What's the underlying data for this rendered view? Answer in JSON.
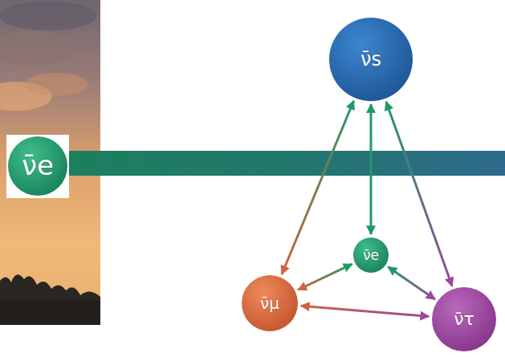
{
  "diagram": {
    "nodes": [
      {
        "text": [
          "ν̄e"
        ]
      },
      {
        "text": [
          "ν̄s"
        ]
      },
      {
        "text": [
          "ν̄e"
        ]
      },
      {
        "text": [
          "ν̄μ"
        ]
      },
      {
        "text": [
          "ν̄τ"
        ]
      }
    ],
    "edges": [
      {
        "from": 1,
        "to": 3,
        "arrow": "both"
      },
      {
        "from": 1,
        "to": 2,
        "arrow": "both"
      },
      {
        "from": 1,
        "to": 4,
        "arrow": "both"
      },
      {
        "from": 2,
        "to": 3,
        "arrow": "both"
      },
      {
        "from": 2,
        "to": 4,
        "arrow": "both"
      },
      {
        "from": 3,
        "to": 4,
        "arrow": "both"
      }
    ]
  }
}
